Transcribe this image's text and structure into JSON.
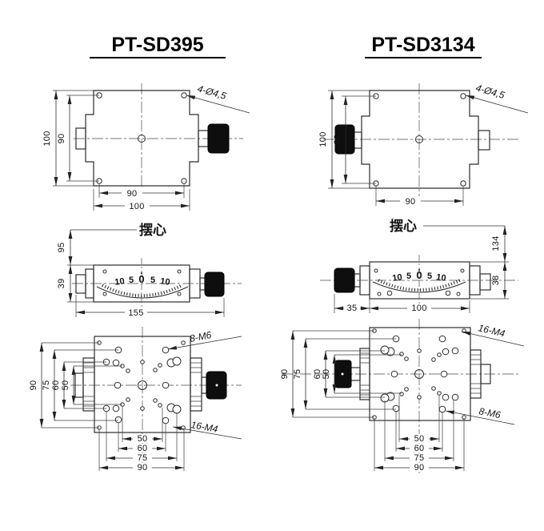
{
  "sd395": {
    "title": "PT-SD395",
    "plan": {
      "dim_height_outer": "100",
      "dim_height_holes": "90",
      "dim_width_holes": "90",
      "dim_width_outer": "100",
      "note_holes": "4-Ø4,5"
    },
    "front": {
      "label_pivot": "摆心",
      "dim_pivot": "95",
      "dim_height": "39",
      "dim_width": "155",
      "scale": [
        "10",
        "5",
        "0",
        "5",
        "10"
      ]
    },
    "bottom": {
      "note_top": "8-M6",
      "note_bottom": "16-M4",
      "dims_left": [
        "90",
        "75",
        "60",
        "50"
      ],
      "dims_bottom": [
        "50",
        "60",
        "75",
        "90"
      ]
    }
  },
  "sd3134": {
    "title": "PT-SD3134",
    "plan": {
      "dim_height_outer": "100",
      "dim_height_holes": "90",
      "dim_width_holes": "90",
      "note_holes": "4-Ø4,5"
    },
    "front": {
      "label_pivot": "摆心",
      "dim_pivot": "134",
      "dim_height": "38",
      "dim_knob": "35",
      "dim_width": "100",
      "scale": [
        "10",
        "5",
        "0",
        "5",
        "10"
      ]
    },
    "bottom": {
      "note_top": "16-M4",
      "note_bottom": "8-M6",
      "dims_left": [
        "90",
        "75",
        "60",
        "50"
      ],
      "dims_bottom": [
        "50",
        "60",
        "75",
        "90"
      ]
    }
  }
}
